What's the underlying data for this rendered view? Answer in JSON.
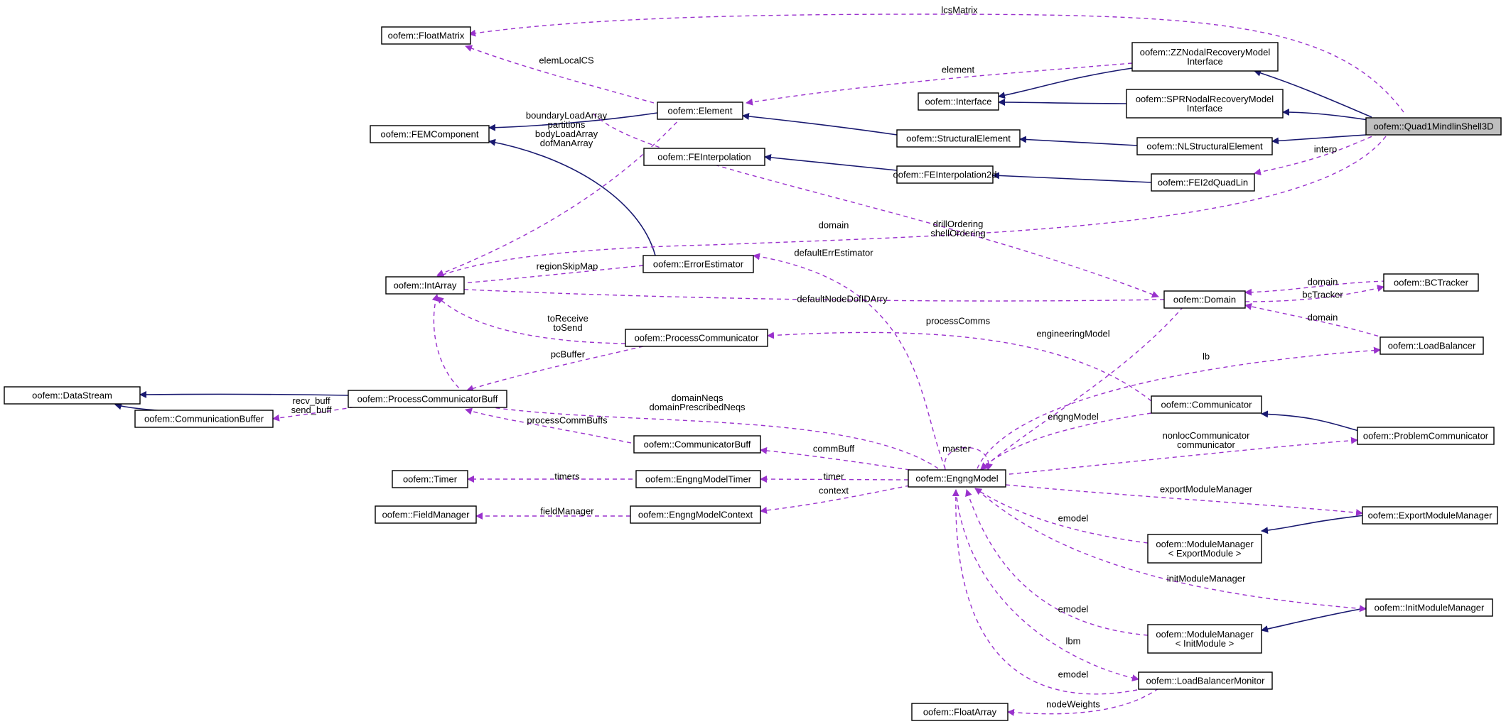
{
  "colors": {
    "inherit": "#191970",
    "usage": "#9a32cd",
    "highlight": "#bfbfbf"
  },
  "nodes": {
    "floatmatrix": [
      "oofem::FloatMatrix"
    ],
    "zznodal": [
      "oofem::ZZNodalRecoveryModel",
      "Interface"
    ],
    "interface": [
      "oofem::Interface"
    ],
    "sprnodal": [
      "oofem::SPRNodalRecoveryModel",
      "Interface"
    ],
    "quad": [
      "oofem::Quad1MindlinShell3D"
    ],
    "element": [
      "oofem::Element"
    ],
    "femcomponent": [
      "oofem::FEMComponent"
    ],
    "structural": [
      "oofem::StructuralElement"
    ],
    "nlstructural": [
      "oofem::NLStructuralElement"
    ],
    "feinterp": [
      "oofem::FEInterpolation"
    ],
    "feinterp2d": [
      "oofem::FEInterpolation2d"
    ],
    "fei2dquad": [
      "oofem::FEI2dQuadLin"
    ],
    "intarray": [
      "oofem::IntArray"
    ],
    "errest": [
      "oofem::ErrorEstimator"
    ],
    "domain": [
      "oofem::Domain"
    ],
    "bctracker": [
      "oofem::BCTracker"
    ],
    "procomm": [
      "oofem::ProcessCommunicator"
    ],
    "loadbal": [
      "oofem::LoadBalancer"
    ],
    "datastream": [
      "oofem::DataStream"
    ],
    "pcbuff": [
      "oofem::ProcessCommunicatorBuff"
    ],
    "combuffer": [
      "oofem::CommunicationBuffer"
    ],
    "communicator": [
      "oofem::Communicator"
    ],
    "probcomm": [
      "oofem::ProblemCommunicator"
    ],
    "commbuff": [
      "oofem::CommunicatorBuff"
    ],
    "timer": [
      "oofem::Timer"
    ],
    "emtimer": [
      "oofem::EngngModelTimer"
    ],
    "engng": [
      "oofem::EngngModel"
    ],
    "fieldmgr": [
      "oofem::FieldManager"
    ],
    "emcontext": [
      "oofem::EngngModelContext"
    ],
    "expmm": [
      "oofem::ExportModuleManager"
    ],
    "mmexport": [
      "oofem::ModuleManager",
      "< ExportModule >"
    ],
    "initmm": [
      "oofem::InitModuleManager"
    ],
    "mminit": [
      "oofem::ModuleManager",
      "< InitModule >"
    ],
    "lbmonitor": [
      "oofem::LoadBalancerMonitor"
    ],
    "floatarray": [
      "oofem::FloatArray"
    ]
  },
  "edge_labels": {
    "lcsMatrix": [
      "lcsMatrix"
    ],
    "elemLocalCS": [
      "elemLocalCS"
    ],
    "element": [
      "element"
    ],
    "interp": [
      "interp"
    ],
    "femcomp_labels": [
      "boundaryLoadArray",
      "partitions",
      "bodyLoadArray",
      "dofManArray"
    ],
    "domain_elem": [
      "domain"
    ],
    "drillOrdering": [
      "drillOrdering",
      "shellOrdering"
    ],
    "defaultErrEstimator": [
      "defaultErrEstimator"
    ],
    "regionSkipMap": [
      "regionSkipMap"
    ],
    "domain_bct": [
      "domain"
    ],
    "bcTracker": [
      "bcTracker"
    ],
    "defaultNodeDofIDArry": [
      "defaultNodeDofIDArry"
    ],
    "domain_lb": [
      "domain"
    ],
    "processComms": [
      "processComms"
    ],
    "engineeringModel": [
      "engineeringModel"
    ],
    "toReceive": [
      "toReceive",
      "toSend"
    ],
    "pcBuffer": [
      "pcBuffer"
    ],
    "lb": [
      "lb"
    ],
    "recvbuff": [
      "recv_buff",
      "send_buff"
    ],
    "domainNeqs": [
      "domainNeqs",
      "domainPrescribedNeqs"
    ],
    "processCommBuffs": [
      "processCommBuffs"
    ],
    "engngModel": [
      "engngModel"
    ],
    "nonloc": [
      "nonlocCommunicator",
      "communicator"
    ],
    "master": [
      "master"
    ],
    "commBuff": [
      "commBuff"
    ],
    "timers": [
      "timers"
    ],
    "timer": [
      "timer"
    ],
    "context": [
      "context"
    ],
    "fieldManager": [
      "fieldManager"
    ],
    "exportModuleManager": [
      "exportModuleManager"
    ],
    "emodel_exp": [
      "emodel"
    ],
    "initModuleManager": [
      "initModuleManager"
    ],
    "emodel_init": [
      "emodel"
    ],
    "lbm": [
      "lbm"
    ],
    "emodel_lbm": [
      "emodel"
    ],
    "nodeWeights": [
      "nodeWeights"
    ]
  }
}
